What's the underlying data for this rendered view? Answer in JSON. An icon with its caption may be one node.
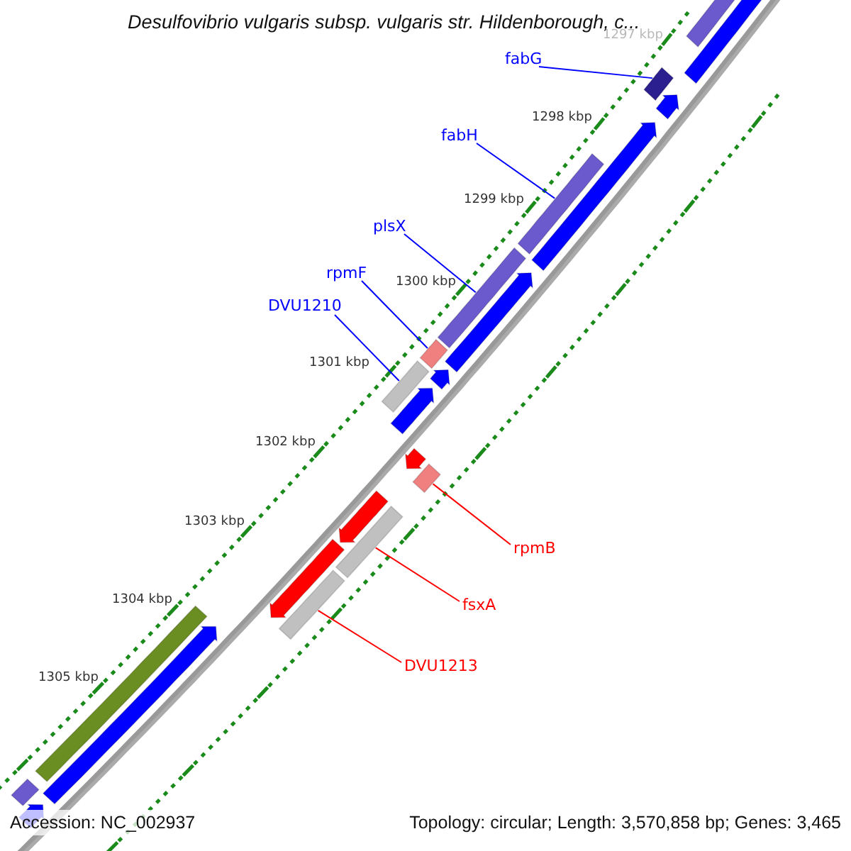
{
  "diagram": {
    "title": "Desulfovibrio vulgaris subsp. vulgaris str. Hildenborough, c...",
    "nodes": [
      {
        "text": [
          "fabG"
        ]
      },
      {
        "text": [],
        "shape": "bar"
      },
      {
        "text": [
          "fabH"
        ]
      },
      {
        "text": [],
        "shape": "bar"
      },
      {
        "text": [
          "plsX"
        ]
      },
      {
        "text": [],
        "shape": "bar"
      },
      {
        "text": [
          "rpmF"
        ]
      },
      {
        "text": [],
        "shape": "bar"
      },
      {
        "text": [
          "DVU1210"
        ]
      },
      {
        "text": [],
        "shape": "bar"
      },
      {
        "text": [
          "rpmB"
        ]
      },
      {
        "text": [],
        "shape": "bar"
      },
      {
        "text": [
          "fsxA"
        ]
      },
      {
        "text": [],
        "shape": "bar"
      },
      {
        "text": [
          "DVU1213"
        ]
      },
      {
        "text": [],
        "shape": "bar"
      },
      {
        "text": [],
        "shape": "arrow"
      },
      {
        "text": [],
        "shape": "arrow"
      },
      {
        "text": [],
        "shape": "arrow"
      },
      {
        "text": [],
        "shape": "arrow"
      },
      {
        "text": [],
        "shape": "arrow"
      },
      {
        "text": [],
        "shape": "arrow"
      },
      {
        "text": [],
        "shape": "arrow"
      },
      {
        "text": [],
        "shape": "bar"
      },
      {
        "text": [],
        "shape": "bar"
      },
      {
        "text": [],
        "shape": "bar"
      },
      {
        "text": [],
        "shape": "arrow"
      },
      {
        "text": [],
        "shape": "arrow"
      },
      {
        "text": [],
        "shape": "arrow"
      },
      {
        "text": [],
        "shape": "arrow"
      }
    ],
    "edges": [
      {
        "from": 0,
        "to": 1,
        "arrow": "none"
      },
      {
        "from": 2,
        "to": 3,
        "arrow": "none"
      },
      {
        "from": 4,
        "to": 5,
        "arrow": "none"
      },
      {
        "from": 6,
        "to": 7,
        "arrow": "none"
      },
      {
        "from": 8,
        "to": 9,
        "arrow": "none"
      },
      {
        "from": 10,
        "to": 11,
        "arrow": "none",
        "color": "#ff0000"
      },
      {
        "from": 12,
        "to": 13,
        "arrow": "none",
        "color": "#ff0000"
      },
      {
        "from": 14,
        "to": 15,
        "arrow": "none",
        "color": "#ff0000"
      }
    ],
    "labels": [
      "1297 kbp",
      "1298 kbp",
      "1299 kbp",
      "1300 kbp",
      "1301 kbp",
      "1302 kbp",
      "1303 kbp",
      "1304 kbp",
      "1305 kbp",
      "Accession: NC_002937",
      "Topology: circular; Length: 3,570,858 bp; Genes: 3,465"
    ]
  }
}
